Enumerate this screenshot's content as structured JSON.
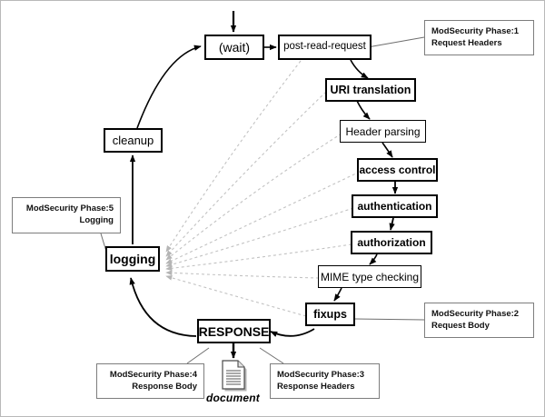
{
  "diagram": {
    "title": "Apache request processing phases with ModSecurity phases",
    "background": "#ffffff",
    "border_color": "#b9b9b9",
    "phase_line_color": "#c8c8c8",
    "flow_line_color": "#000000"
  },
  "nodes": {
    "wait": {
      "label": "(wait)"
    },
    "post_read": {
      "label": "post-read-request"
    },
    "uri_translation": {
      "label": "URI translation"
    },
    "header_parsing": {
      "label": "Header parsing"
    },
    "access_control": {
      "label": "access control"
    },
    "authentication": {
      "label": "authentication"
    },
    "authorization": {
      "label": "authorization"
    },
    "mime_type": {
      "label": "MIME type checking"
    },
    "fixups": {
      "label": "fixups"
    },
    "response": {
      "label": "RESPONSE"
    },
    "logging": {
      "label": "logging"
    },
    "cleanup": {
      "label": "cleanup"
    }
  },
  "notes": {
    "phase1": {
      "line1": "ModSecurity Phase:1",
      "line2": "Request Headers"
    },
    "phase2": {
      "line1": "ModSecurity Phase:2",
      "line2": "Request Body"
    },
    "phase3": {
      "line1": "ModSecurity Phase:3",
      "line2": "Response Headers"
    },
    "phase4": {
      "line1": "ModSecurity Phase:4",
      "line2": "Response Body"
    },
    "phase5": {
      "line1": "ModSecurity Phase:5",
      "line2": "Logging"
    }
  },
  "document": {
    "label": "document",
    "icon": "document-icon"
  }
}
